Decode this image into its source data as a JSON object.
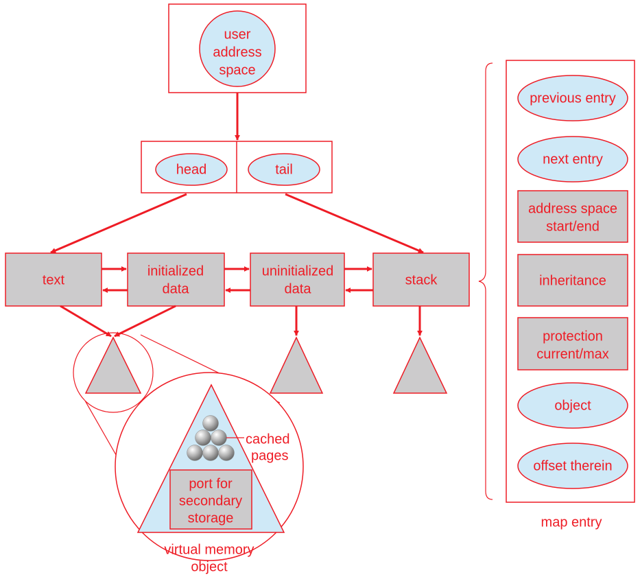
{
  "colors": {
    "line": "#ee1c25",
    "ellipse_fill": "#cfe9f7",
    "box_fill": "#cccbcc",
    "triangle_fill": "#cccbcc",
    "sphere": "#b4b4b4"
  },
  "user_space": {
    "label_line1": "user",
    "label_line2": "address",
    "label_line3": "space"
  },
  "list": {
    "head": "head",
    "tail": "tail"
  },
  "regions": {
    "text": "text",
    "initialized_line1": "initialized",
    "initialized_line2": "data",
    "uninitialized_line1": "uninitialized",
    "uninitialized_line2": "data",
    "stack": "stack"
  },
  "vm_object": {
    "cached_line1": "cached",
    "cached_line2": "pages",
    "port_line1": "port for",
    "port_line2": "secondary",
    "port_line3": "storage",
    "caption_line1": "virtual memory",
    "caption_line2": "object"
  },
  "map_entry": {
    "previous": "previous entry",
    "next": "next entry",
    "address_line1": "address space",
    "address_line2": "start/end",
    "inheritance": "inheritance",
    "protection_line1": "protection",
    "protection_line2": "current/max",
    "object": "object",
    "offset": "offset therein",
    "caption": "map entry"
  }
}
